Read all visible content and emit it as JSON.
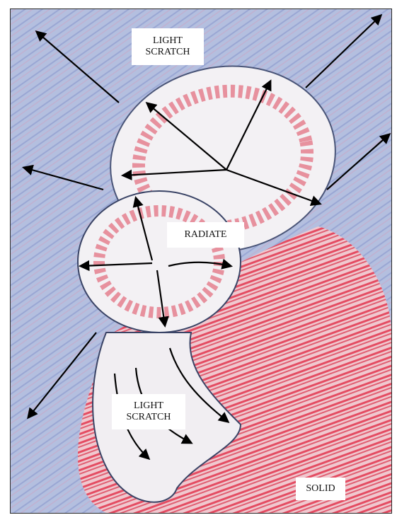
{
  "labels": {
    "top_line1": "LIGHT",
    "top_line2": "SCRATCH",
    "radiate": "RADIATE",
    "bottom_line1": "LIGHT",
    "bottom_line2": "SCRATCH",
    "solid": "SOLID"
  },
  "colors": {
    "background_blue": "#a9b6d8",
    "paper": "#eef0f4",
    "stroke_red": "#d8324a",
    "stroke_blue": "#6f7fc4",
    "outline": "#3a4466",
    "arrow": "#000000"
  }
}
